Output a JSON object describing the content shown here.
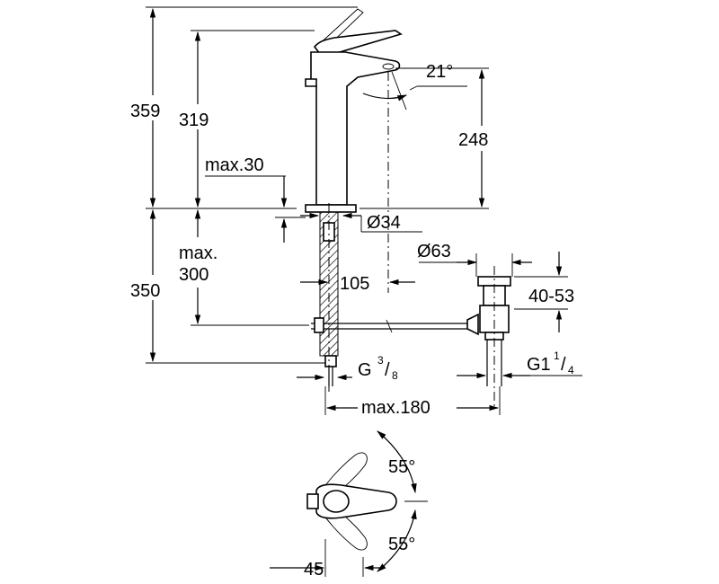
{
  "diagram": {
    "dimensions": {
      "total_height": "359",
      "spout_height": "319",
      "outlet_height": "248",
      "spout_angle": "21°",
      "max_deck": "max.30",
      "hole_diameter": "Ø34",
      "max_length_line1": "max.",
      "max_length_line2": "300",
      "below_deck": "350",
      "waste_diameter": "Ø63",
      "reach": "105",
      "waste_range": "40-53",
      "connection_thread_prefix": "G",
      "connection_thread_num": "3",
      "connection_thread_den": "8",
      "waste_thread_prefix": "G1",
      "waste_thread_num": "1",
      "waste_thread_den": "4",
      "max_horizontal": "max.180",
      "lever_angle_top": "55°",
      "lever_angle_bottom": "55°",
      "lever_offset": "45"
    }
  }
}
